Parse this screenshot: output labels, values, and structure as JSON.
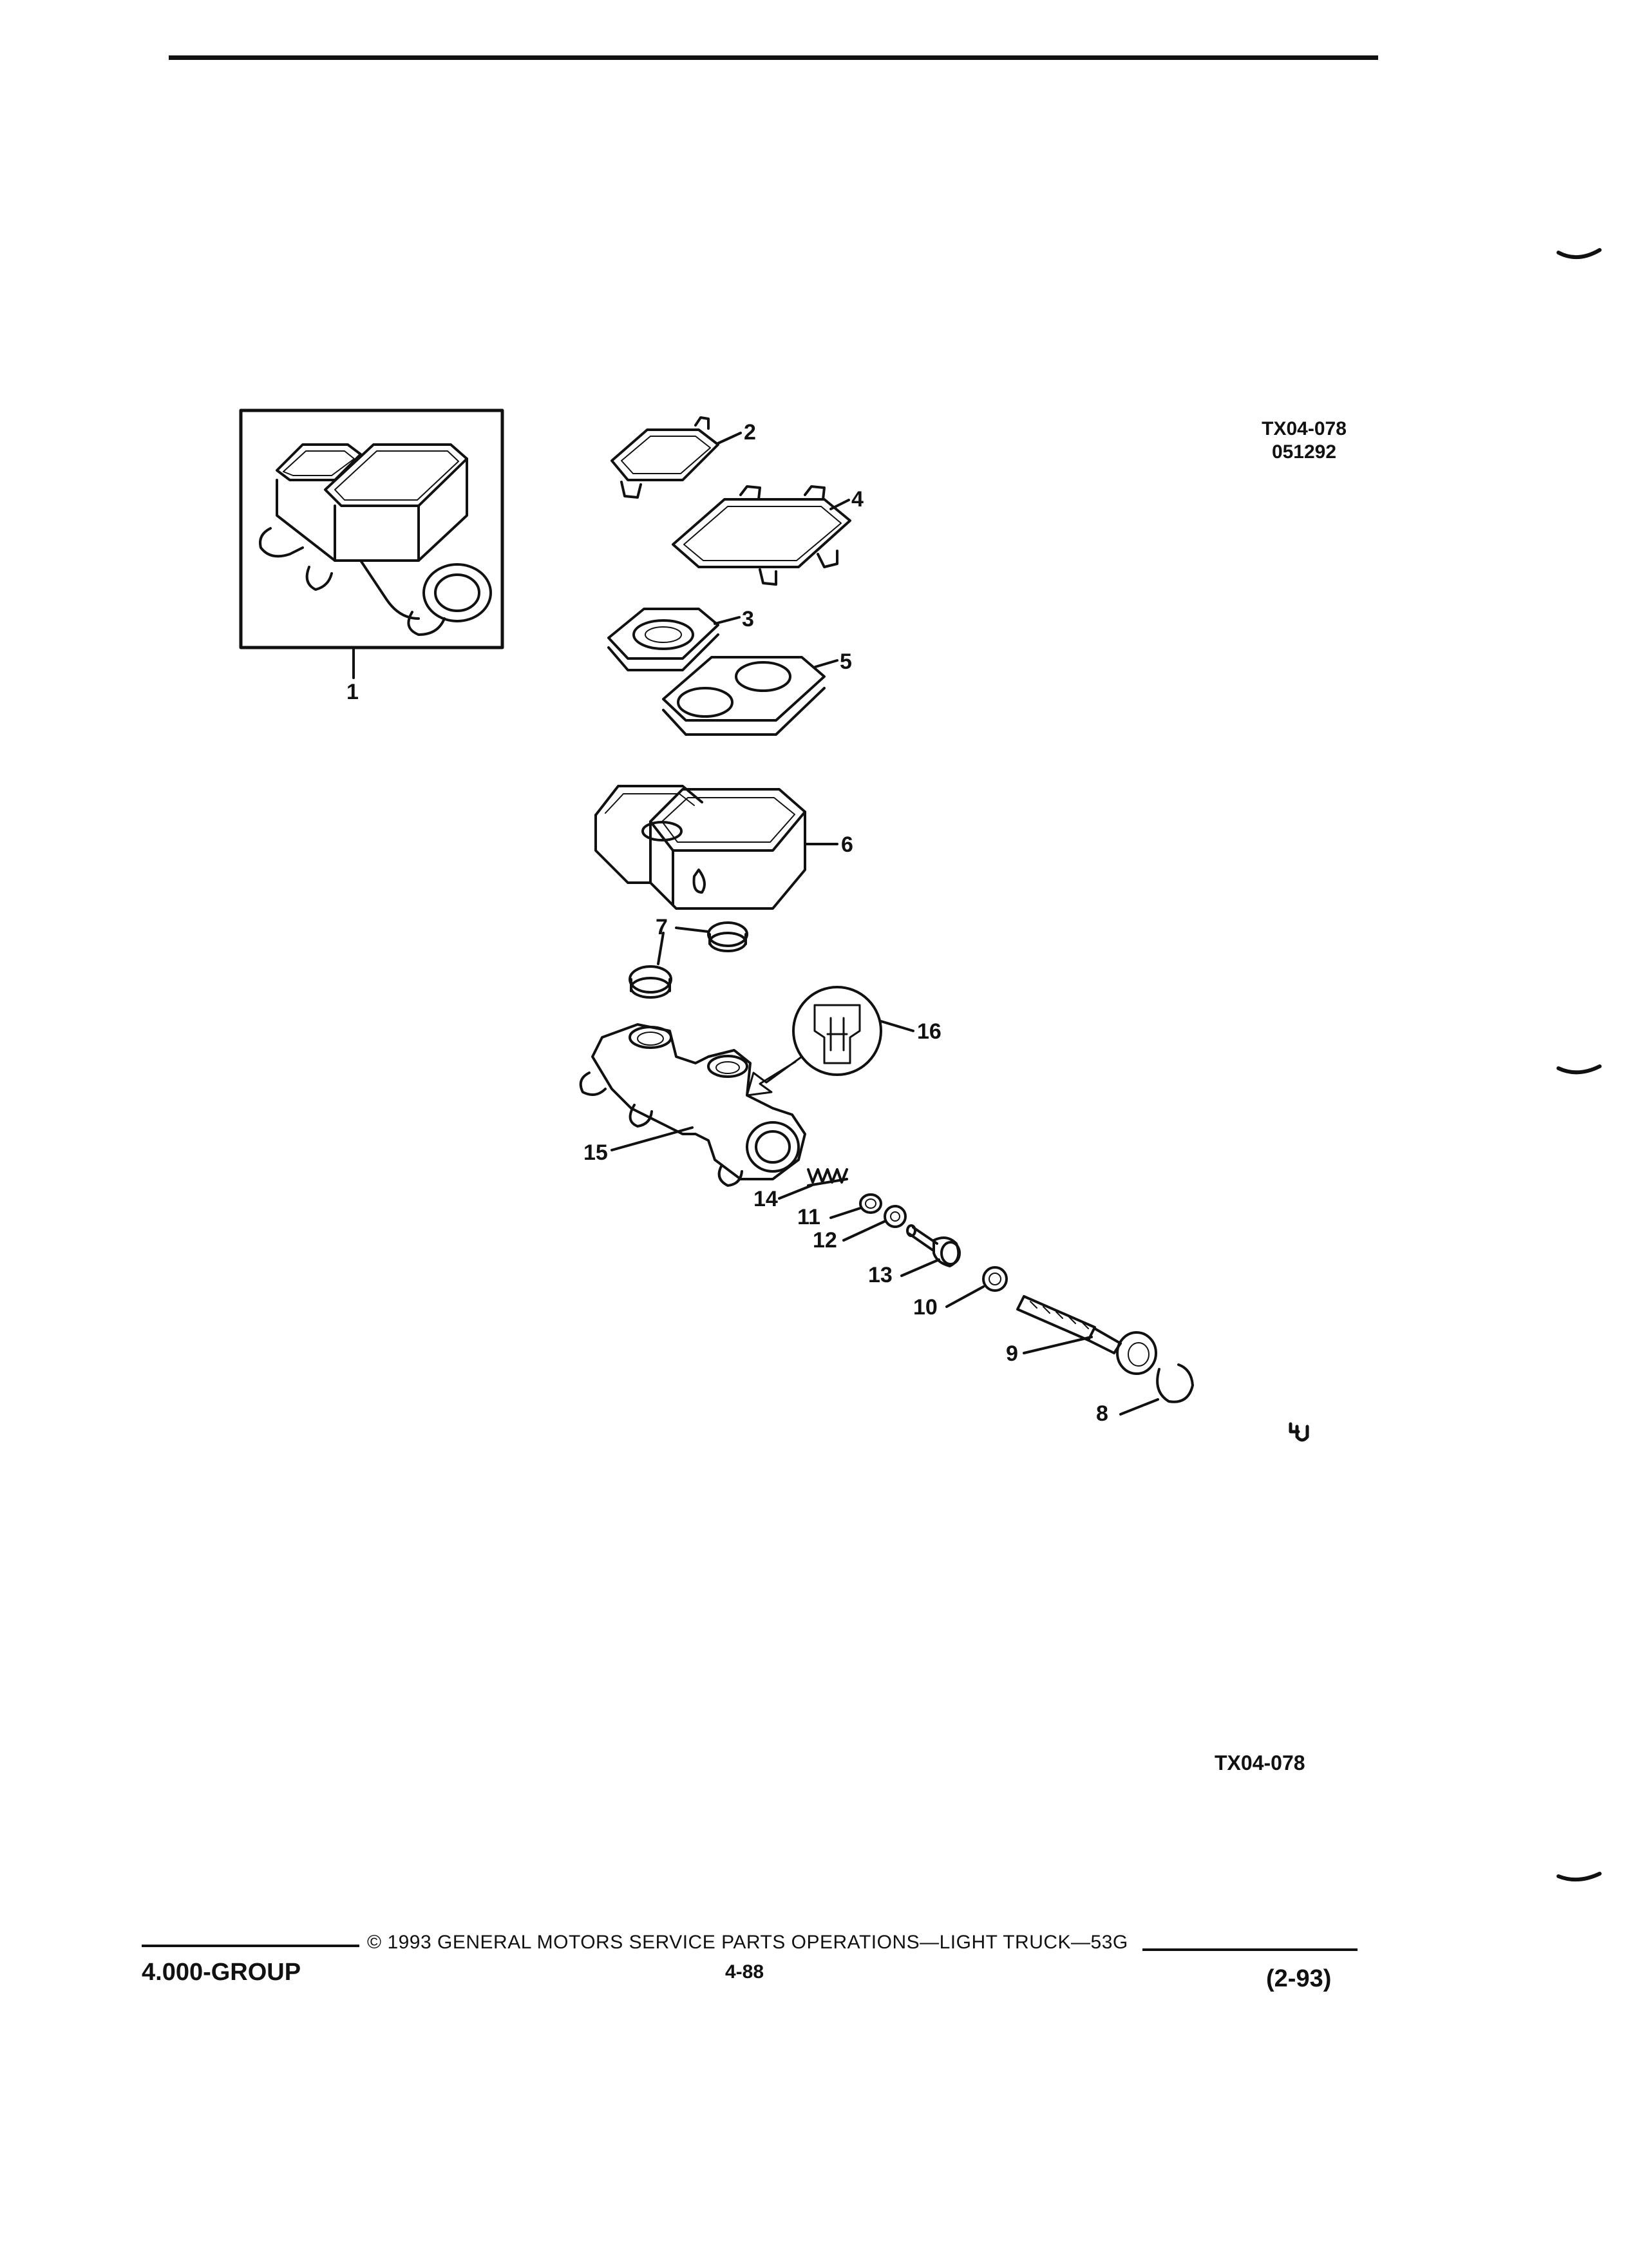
{
  "figure": {
    "id_lines": [
      "TX04-078",
      "051292"
    ],
    "bottom_code": "TX04-078"
  },
  "callouts": {
    "c1": "1",
    "c2": "2",
    "c3": "3",
    "c4": "4",
    "c5": "5",
    "c6": "6",
    "c7": "7",
    "c8": "8",
    "c9": "9",
    "c10": "10",
    "c11": "11",
    "c12": "12",
    "c13": "13",
    "c14": "14",
    "c15": "15",
    "c16": "16"
  },
  "footer": {
    "copyright": "© 1993 GENERAL MOTORS SERVICE PARTS OPERATIONS—LIGHT TRUCK—53G",
    "group": "4.000-GROUP",
    "page": "4-88",
    "date": "(2-93)"
  },
  "colors": {
    "ink": "#111111",
    "paper": "#ffffff"
  }
}
